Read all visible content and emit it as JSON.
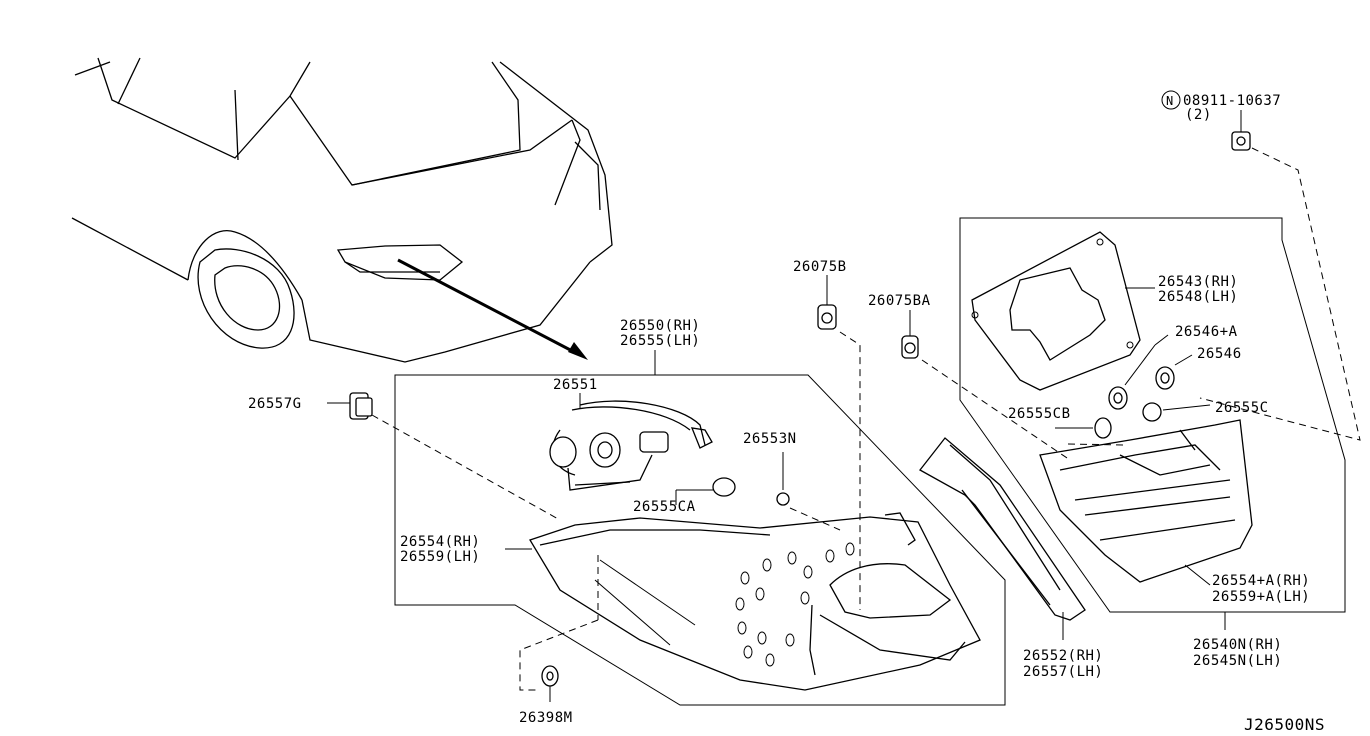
{
  "diagram_id": "J26500NS",
  "labels": {
    "nut_code": "08911-10637",
    "nut_qty": "(2)",
    "p26075B": "26075B",
    "p26075BA": "26075BA",
    "p26543": "26543(RH)",
    "p26548": "26548(LH)",
    "p26546A": "26546+A",
    "p26546": "26546",
    "p26555CB": "26555CB",
    "p26555C": "26555C",
    "p26550": "26550(RH)",
    "p26555": "26555(LH)",
    "p26551": "26551",
    "p26553N": "26553N",
    "p26557G": "26557G",
    "p26555CA": "26555CA",
    "p26554": "26554(RH)",
    "p26559": "26559(LH)",
    "p26554A": "26554+A(RH)",
    "p26559A": "26559+A(LH)",
    "p26540N": "26540N(RH)",
    "p26545N": "26545N(LH)",
    "p26552": "26552(RH)",
    "p26557": "26557(LH)",
    "p26398M": "26398M"
  },
  "icons": {
    "circled_n": "N"
  }
}
